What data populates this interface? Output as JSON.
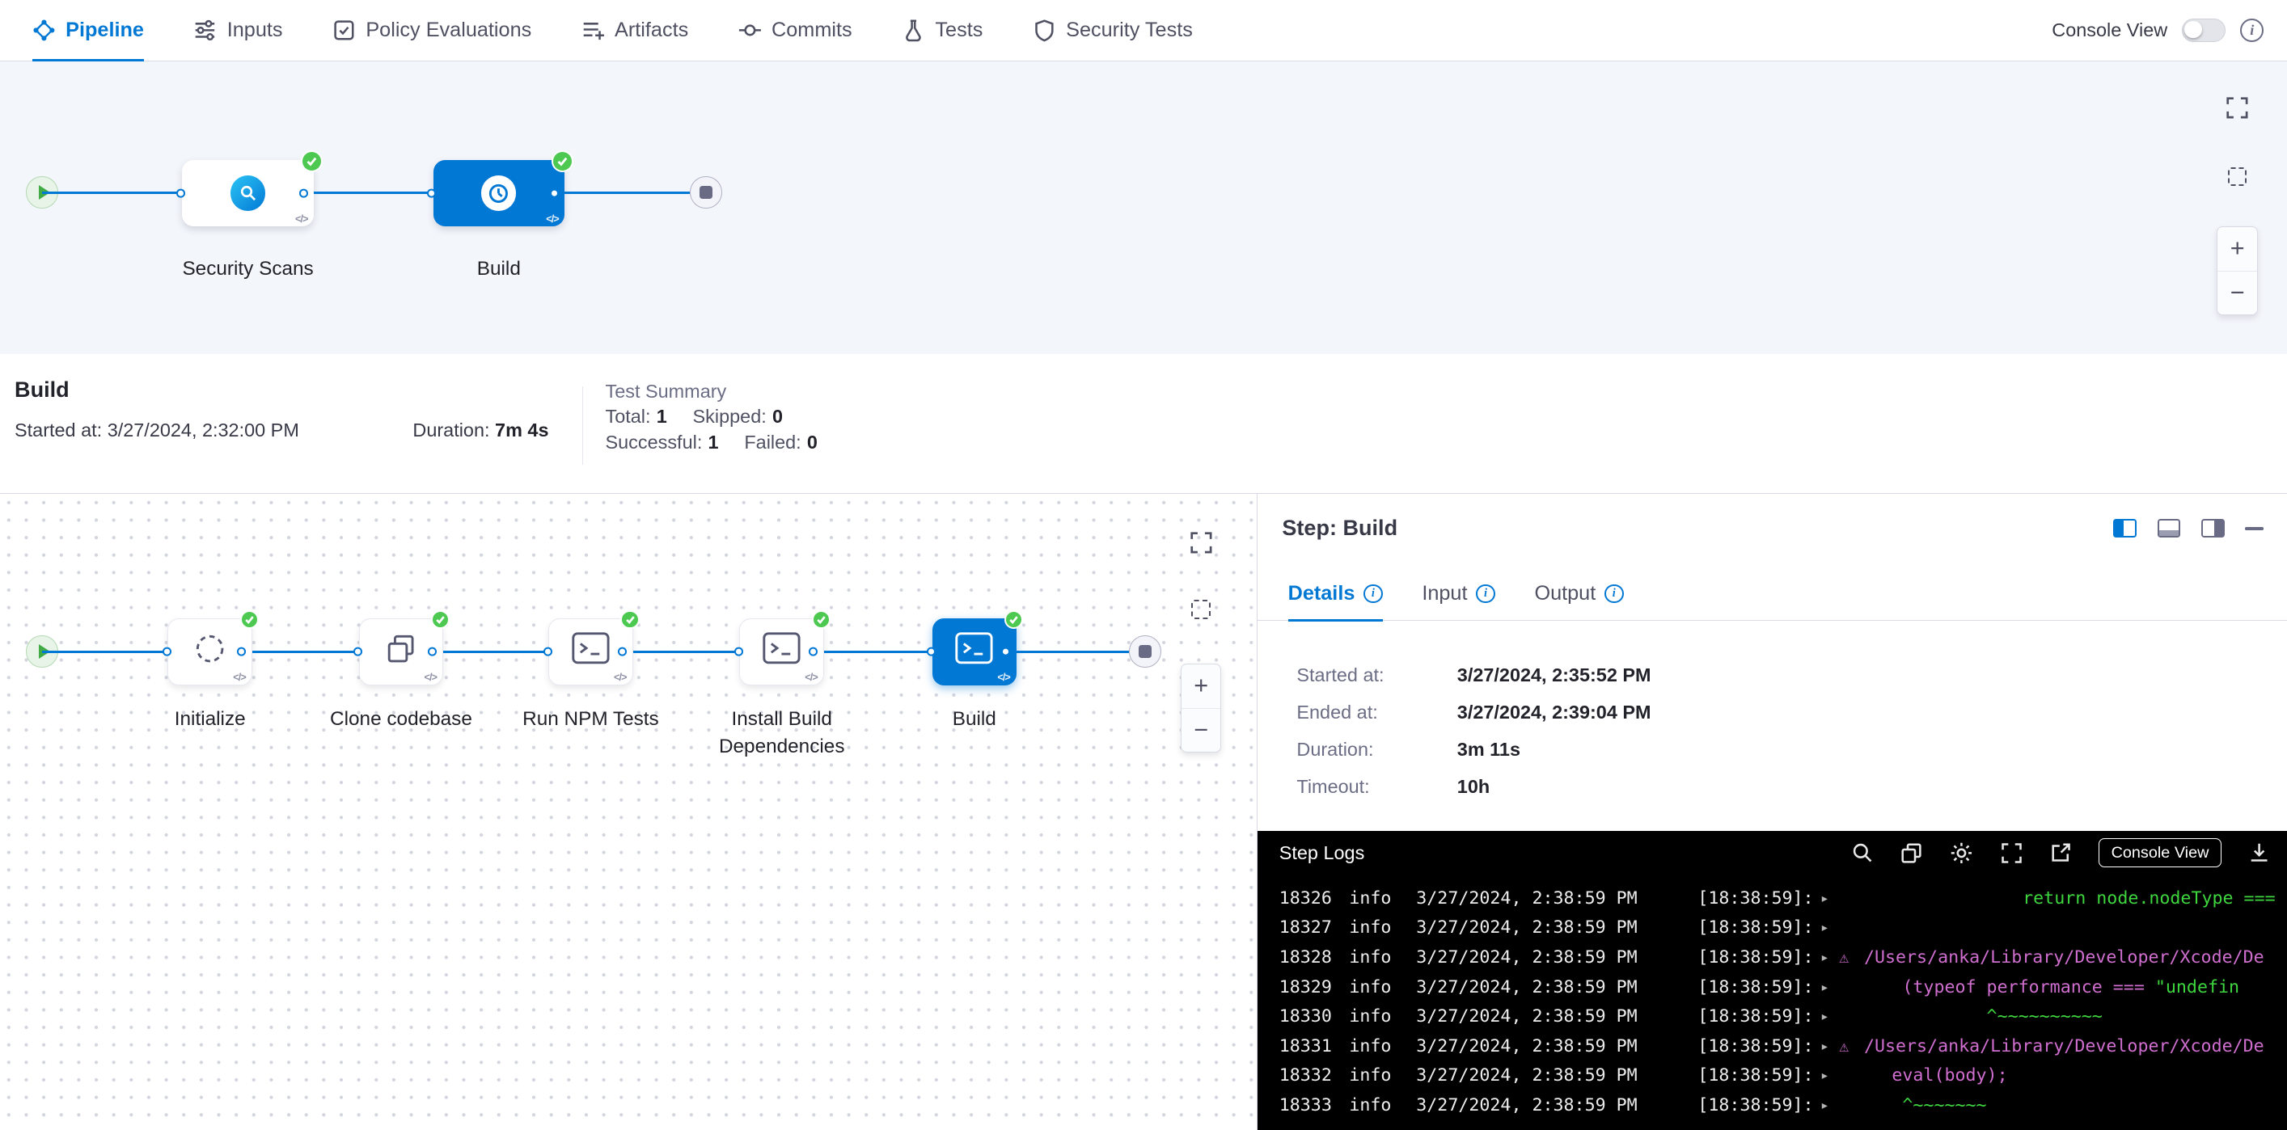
{
  "icons": {
    "info_letter": "i",
    "code": "</>",
    "caret": "▸",
    "warning": "⚠",
    "zoom_in": "+",
    "zoom_out": "−"
  },
  "colors": {
    "accent": "#0278d5",
    "success": "#4dc952",
    "log_green": "#3ed63e",
    "log_magenta": "#cf6ecf",
    "graph_bg": "#f3f6fb"
  },
  "navbar": {
    "tabs": [
      {
        "label": "Pipeline"
      },
      {
        "label": "Inputs"
      },
      {
        "label": "Policy Evaluations"
      },
      {
        "label": "Artifacts"
      },
      {
        "label": "Commits"
      },
      {
        "label": "Tests"
      },
      {
        "label": "Security Tests"
      }
    ],
    "console_view_label": "Console View"
  },
  "pipeline_graph": {
    "stages": [
      {
        "label": "Security Scans",
        "status": "success"
      },
      {
        "label": "Build",
        "status": "success",
        "selected": true
      }
    ]
  },
  "summary": {
    "title": "Build",
    "started_label": "Started at:",
    "started_value": "3/27/2024, 2:32:00 PM",
    "duration_label": "Duration:",
    "duration_value": "7m 4s",
    "test_summary": {
      "title": "Test Summary",
      "total_label": "Total:",
      "total_value": "1",
      "skipped_label": "Skipped:",
      "skipped_value": "0",
      "successful_label": "Successful:",
      "successful_value": "1",
      "failed_label": "Failed:",
      "failed_value": "0"
    }
  },
  "stage_graph": {
    "steps": [
      {
        "label": "Initialize",
        "status": "success"
      },
      {
        "label": "Clone codebase",
        "status": "success"
      },
      {
        "label": "Run NPM Tests",
        "status": "success"
      },
      {
        "label": "Install Build Dependencies",
        "status": "success"
      },
      {
        "label": "Build",
        "status": "success",
        "selected": true
      }
    ]
  },
  "step_panel": {
    "title": "Step: Build",
    "tabs": [
      {
        "label": "Details"
      },
      {
        "label": "Input"
      },
      {
        "label": "Output"
      }
    ],
    "details": [
      {
        "label": "Started at:",
        "value": "3/27/2024, 2:35:52 PM"
      },
      {
        "label": "Ended at:",
        "value": "3/27/2024, 2:39:04 PM"
      },
      {
        "label": "Duration:",
        "value": "3m 11s"
      },
      {
        "label": "Timeout:",
        "value": "10h"
      }
    ]
  },
  "logs": {
    "title": "Step Logs",
    "console_view_button": "Console View",
    "lines": [
      {
        "num": "18326",
        "level": "info",
        "date": "3/27/2024, 2:38:59 PM",
        "time": "[18:38:59]:",
        "green_right": "return node.nodeType ==="
      },
      {
        "num": "18327",
        "level": "info",
        "date": "3/27/2024, 2:38:59 PM",
        "time": "[18:38:59]:"
      },
      {
        "num": "18328",
        "level": "info",
        "date": "3/27/2024, 2:38:59 PM",
        "time": "[18:38:59]:",
        "magenta": "/Users/anka/Library/Developer/Xcode/De"
      },
      {
        "num": "18329",
        "level": "info",
        "date": "3/27/2024, 2:38:59 PM",
        "time": "[18:38:59]:",
        "magenta": "      (typeof performance === ",
        "green": "\"undefin"
      },
      {
        "num": "18330",
        "level": "info",
        "date": "3/27/2024, 2:38:59 PM",
        "time": "[18:38:59]:",
        "green": "              ^~~~~~~~~~~"
      },
      {
        "num": "18331",
        "level": "info",
        "date": "3/27/2024, 2:38:59 PM",
        "time": "[18:38:59]:",
        "magenta": "/Users/anka/Library/Developer/Xcode/De"
      },
      {
        "num": "18332",
        "level": "info",
        "date": "3/27/2024, 2:38:59 PM",
        "time": "[18:38:59]:",
        "magenta": "     eval(body);"
      },
      {
        "num": "18333",
        "level": "info",
        "date": "3/27/2024, 2:38:59 PM",
        "time": "[18:38:59]:",
        "green": "      ^~~~~~~~"
      }
    ]
  }
}
